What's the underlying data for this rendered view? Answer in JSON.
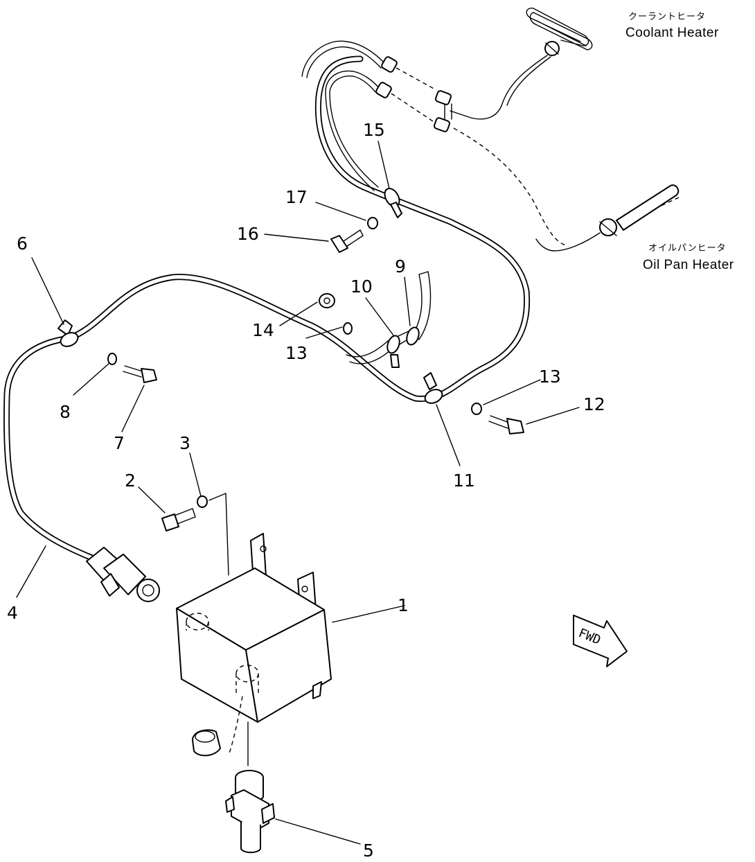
{
  "labels": {
    "coolant_heater_jp": "クーラントヒータ",
    "coolant_heater_en": "Coolant Heater",
    "oil_pan_heater_jp": "オイルパンヒータ",
    "oil_pan_heater_en": "Oil Pan Heater",
    "fwd": "FWD"
  },
  "callouts": {
    "c1": "1",
    "c2": "2",
    "c3": "3",
    "c4": "4",
    "c5": "5",
    "c6": "6",
    "c7": "7",
    "c8": "8",
    "c9": "9",
    "c10": "10",
    "c11": "11",
    "c12": "12",
    "c13a": "13",
    "c13b": "13",
    "c14": "14",
    "c15": "15",
    "c16": "16",
    "c17": "17"
  }
}
